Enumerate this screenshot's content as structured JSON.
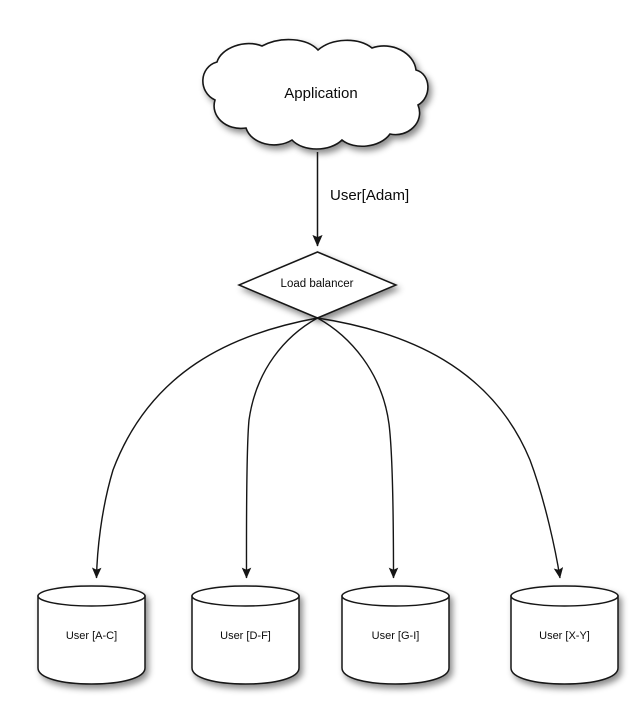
{
  "diagram": {
    "type": "flow-diagram",
    "background_color": "#ffffff",
    "stroke_color": "#1a1a1a",
    "fill_color": "#ffffff",
    "nodes": [
      {
        "id": "application",
        "shape": "cloud",
        "label": "Application"
      },
      {
        "id": "load-balancer",
        "shape": "diamond",
        "label": "Load balancer"
      },
      {
        "id": "db-ac",
        "shape": "cylinder",
        "label": "User [A-C]"
      },
      {
        "id": "db-df",
        "shape": "cylinder",
        "label": "User [D-F]"
      },
      {
        "id": "db-gi",
        "shape": "cylinder",
        "label": "User [G-I]"
      },
      {
        "id": "db-xy",
        "shape": "cylinder",
        "label": "User [X-Y]"
      }
    ],
    "edges": [
      {
        "from": "application",
        "to": "load-balancer",
        "label": "User[Adam]",
        "style": "straight-arrow"
      },
      {
        "from": "load-balancer",
        "to": "db-ac",
        "label": "",
        "style": "curved-arrow"
      },
      {
        "from": "load-balancer",
        "to": "db-df",
        "label": "",
        "style": "curved-arrow"
      },
      {
        "from": "load-balancer",
        "to": "db-gi",
        "label": "",
        "style": "curved-arrow"
      },
      {
        "from": "load-balancer",
        "to": "db-xy",
        "label": "",
        "style": "curved-arrow"
      }
    ]
  }
}
